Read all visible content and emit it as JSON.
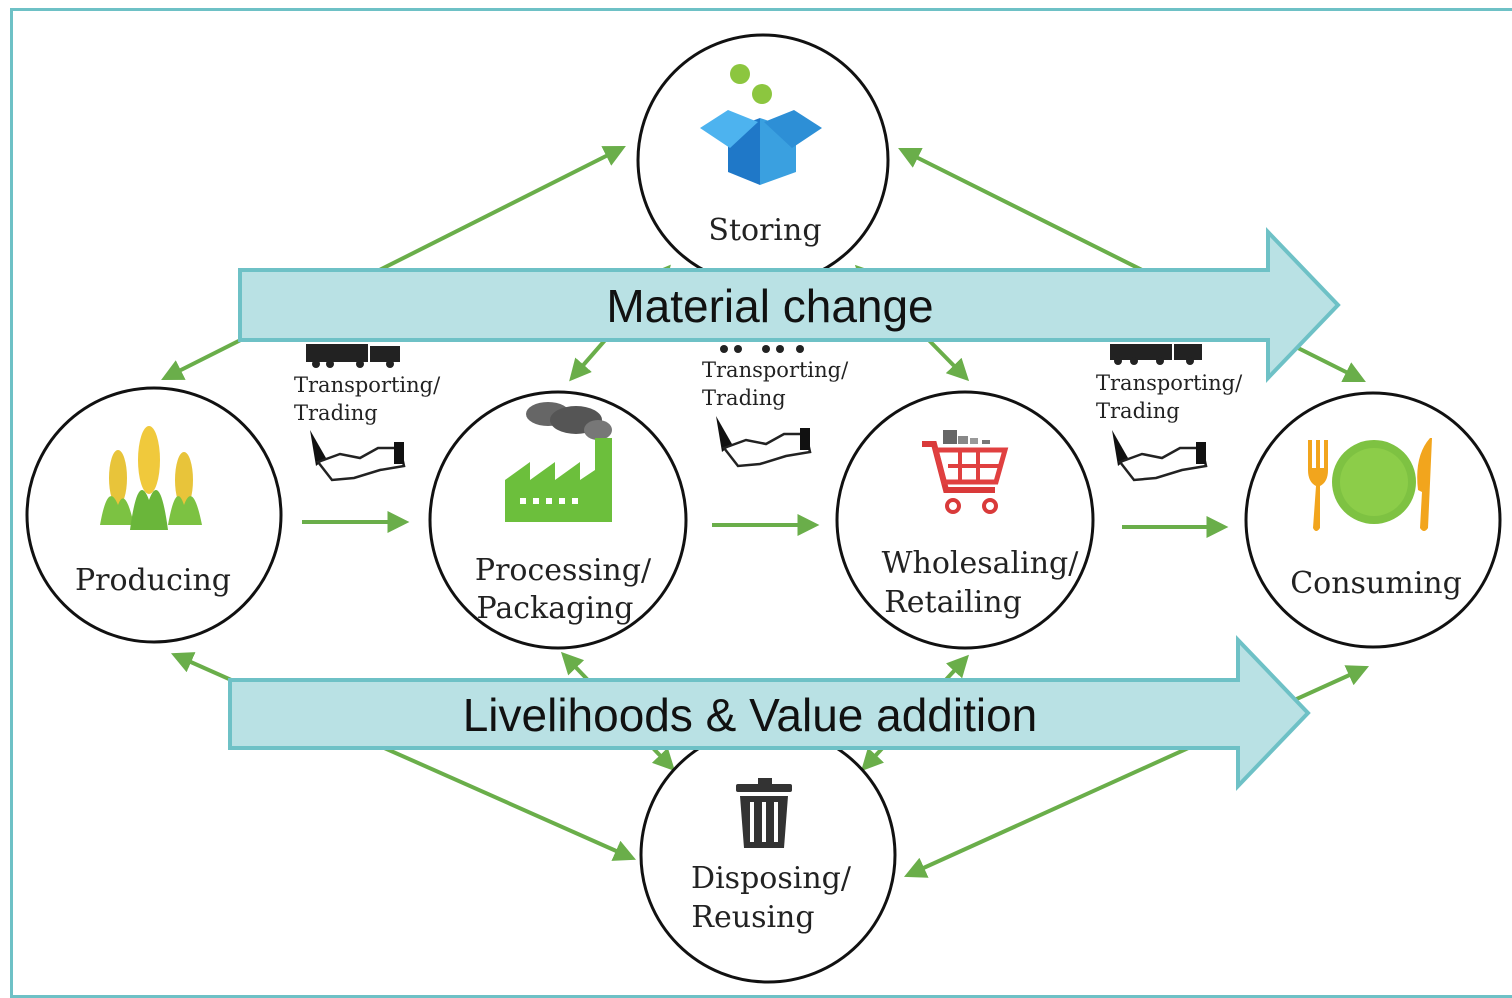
{
  "nodes": {
    "storing": "Storing",
    "producing": "Producing",
    "processing_1": "Processing/",
    "processing_2": "Packaging",
    "wholesaling_1": "Wholesaling/",
    "wholesaling_2": "Retailing",
    "consuming": "Consuming",
    "disposing_1": "Disposing/",
    "disposing_2": "Reusing"
  },
  "steps": [
    {
      "line1": "Transporting/",
      "line2": "Trading"
    },
    {
      "line1": "Transporting/",
      "line2": "Trading"
    },
    {
      "line1": "Transporting/",
      "line2": "Trading"
    }
  ],
  "banners": {
    "material": "Material change",
    "livelihood": "Livelihoods & Value addition"
  },
  "colors": {
    "arrow_green": "#6aae4a",
    "banner_fill": "#b9e1e4",
    "banner_stroke": "#6ec1c6",
    "frame": "#6ec1c6"
  }
}
